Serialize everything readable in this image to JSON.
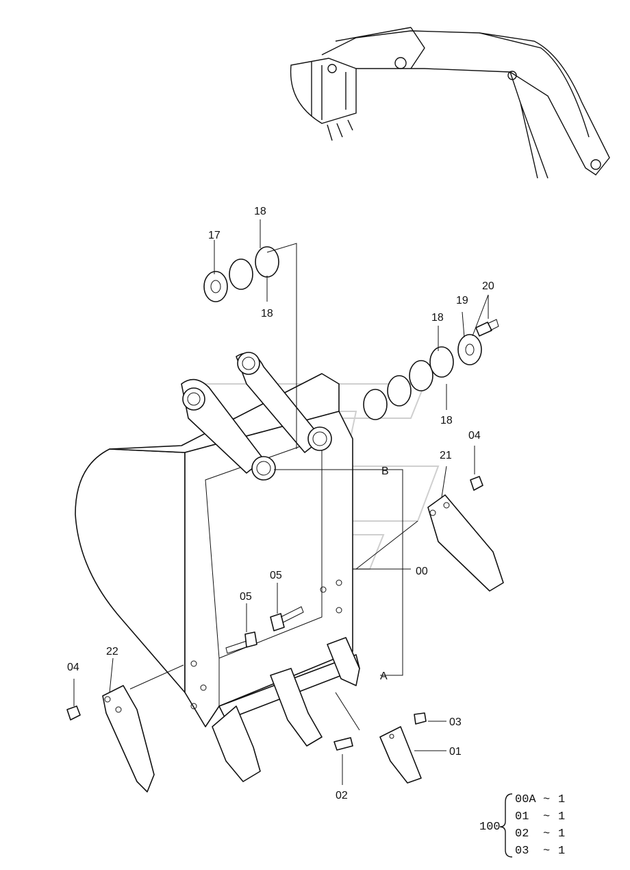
{
  "labels": {
    "p17": "17",
    "p18a": "18",
    "p18b": "18",
    "p18c": "18",
    "p18d": "18",
    "p19": "19",
    "p20": "20",
    "p04a": "04",
    "p04b": "04",
    "p21": "21",
    "p22": "22",
    "p05a": "05",
    "p05b": "05",
    "p00": "00",
    "pB": "B",
    "pA": "A",
    "p03": "03",
    "p01": "01",
    "p02": "02"
  },
  "legend": {
    "assembly": "100",
    "rows": [
      {
        "part": "00A",
        "sep": "~",
        "qty": "1"
      },
      {
        "part": "01",
        "sep": "~",
        "qty": "1"
      },
      {
        "part": "02",
        "sep": "~",
        "qty": "1"
      },
      {
        "part": "03",
        "sep": "~",
        "qty": "1"
      }
    ]
  }
}
